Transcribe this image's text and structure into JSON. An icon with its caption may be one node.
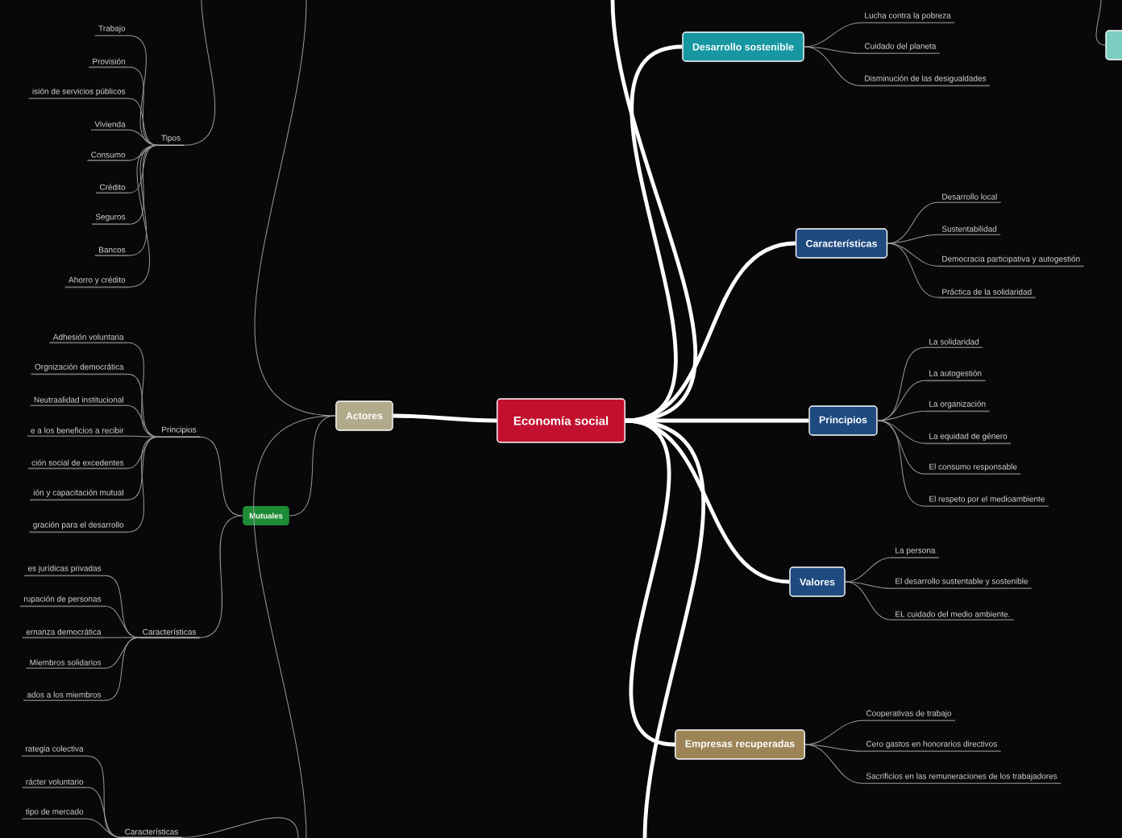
{
  "diagram": {
    "nodes": [
      {
        "text": [
          "Economía social"
        ]
      },
      {
        "text": [
          "Actores"
        ]
      },
      {
        "text": [
          "Tipos"
        ]
      },
      {
        "text": [
          "Trabajo"
        ]
      },
      {
        "text": [
          "Provisión"
        ]
      },
      {
        "text": [
          "isión de servicios públicos"
        ]
      },
      {
        "text": [
          "Vivienda"
        ]
      },
      {
        "text": [
          "Consumo"
        ]
      },
      {
        "text": [
          "Crédito"
        ]
      },
      {
        "text": [
          "Seguros"
        ]
      },
      {
        "text": [
          "Bancos"
        ]
      },
      {
        "text": [
          "Ahorro y crédito"
        ]
      },
      {
        "text": [
          "Mutuales"
        ]
      },
      {
        "text": [
          "Principios"
        ]
      },
      {
        "text": [
          "Adhesión voluntaria"
        ]
      },
      {
        "text": [
          "Orgnización democrática"
        ]
      },
      {
        "text": [
          "Neutraalidad institucional"
        ]
      },
      {
        "text": [
          "e a los beneficios a recibir"
        ]
      },
      {
        "text": [
          "ción social de excedentes"
        ]
      },
      {
        "text": [
          "ión y capacitación mutual"
        ]
      },
      {
        "text": [
          "gración para el desarrollo"
        ]
      },
      {
        "text": [
          "Características"
        ]
      },
      {
        "text": [
          "es jurídicas privadas"
        ]
      },
      {
        "text": [
          "rupación de personas"
        ]
      },
      {
        "text": [
          "ernanza democrática"
        ]
      },
      {
        "text": [
          "Miembros solidarios"
        ]
      },
      {
        "text": [
          "ados a los miembros"
        ]
      },
      {
        "text": [
          "Características"
        ]
      },
      {
        "text": [
          "rategia colectiva"
        ]
      },
      {
        "text": [
          "rácter voluntario"
        ]
      },
      {
        "text": [
          "tipo de mercado"
        ]
      },
      {
        "text": [
          "Desarrollo sostenible"
        ]
      },
      {
        "text": [
          "Lucha contra la pobreza"
        ]
      },
      {
        "text": [
          "Cuidado del planeta"
        ]
      },
      {
        "text": [
          "Disminución de las desigualdades"
        ]
      },
      {
        "text": [
          "Características"
        ]
      },
      {
        "text": [
          "Desarrollo local"
        ]
      },
      {
        "text": [
          "Sustentabilidad"
        ]
      },
      {
        "text": [
          "Democracia participativa y autogestión"
        ]
      },
      {
        "text": [
          "Práctica de la solidaridad"
        ]
      },
      {
        "text": [
          "Principios"
        ]
      },
      {
        "text": [
          "La solidaridad"
        ]
      },
      {
        "text": [
          "La autogestión"
        ]
      },
      {
        "text": [
          "La organización"
        ]
      },
      {
        "text": [
          "La equidad de género"
        ]
      },
      {
        "text": [
          "El consumo responsable"
        ]
      },
      {
        "text": [
          "El respeto por el medioambiente"
        ]
      },
      {
        "text": [
          "Valores"
        ]
      },
      {
        "text": [
          "La persona"
        ]
      },
      {
        "text": [
          "El desarrollo sustentable y sostenible"
        ]
      },
      {
        "text": [
          "EL cuidado del medio ambiente."
        ]
      },
      {
        "text": [
          "Empresas recuperadas"
        ]
      },
      {
        "text": [
          "Cooperativas de trabajo"
        ]
      },
      {
        "text": [
          "Cero gastos en honorarios directivos"
        ]
      },
      {
        "text": [
          "Sacrificios en las remuneraciones de los trabajadores"
        ]
      },
      {
        "text": [],
        "shape": "box"
      }
    ],
    "edges": [
      {
        "from": 0,
        "to": 1,
        "arrow": "none",
        "style": "thick",
        "color": "#ffffff"
      },
      {
        "from": 0,
        "to": 31,
        "arrow": "none",
        "style": "thick",
        "color": "#ffffff"
      },
      {
        "from": 0,
        "to": 35,
        "arrow": "none",
        "style": "thick",
        "color": "#ffffff"
      },
      {
        "from": 0,
        "to": 40,
        "arrow": "none",
        "style": "thick",
        "color": "#ffffff"
      },
      {
        "from": 0,
        "to": 47,
        "arrow": "none",
        "style": "thick",
        "color": "#ffffff"
      },
      {
        "from": 0,
        "to": 51,
        "arrow": "none",
        "style": "thick",
        "color": "#ffffff"
      },
      {
        "from": 0,
        "to": null,
        "arrow": "none",
        "style": "thick",
        "color": "#ffffff"
      },
      {
        "from": 0,
        "to": null,
        "arrow": "none",
        "style": "thick",
        "color": "#ffffff"
      },
      {
        "from": 1,
        "to": 12,
        "arrow": "none"
      },
      {
        "from": 1,
        "to": null,
        "arrow": "none"
      },
      {
        "from": 1,
        "to": null,
        "arrow": "none"
      },
      {
        "from": null,
        "to": 2,
        "arrow": "none"
      },
      {
        "from": 2,
        "to": 3,
        "arrow": "none"
      },
      {
        "from": 2,
        "to": 4,
        "arrow": "none"
      },
      {
        "from": 2,
        "to": 5,
        "arrow": "none"
      },
      {
        "from": 2,
        "to": 6,
        "arrow": "none"
      },
      {
        "from": 2,
        "to": 7,
        "arrow": "none"
      },
      {
        "from": 2,
        "to": 8,
        "arrow": "none"
      },
      {
        "from": 2,
        "to": 9,
        "arrow": "none"
      },
      {
        "from": 2,
        "to": 10,
        "arrow": "none"
      },
      {
        "from": 2,
        "to": 11,
        "arrow": "none"
      },
      {
        "from": 12,
        "to": 13,
        "arrow": "none"
      },
      {
        "from": 12,
        "to": 21,
        "arrow": "none"
      },
      {
        "from": 13,
        "to": 14,
        "arrow": "none"
      },
      {
        "from": 13,
        "to": 15,
        "arrow": "none"
      },
      {
        "from": 13,
        "to": 16,
        "arrow": "none"
      },
      {
        "from": 13,
        "to": 17,
        "arrow": "none"
      },
      {
        "from": 13,
        "to": 18,
        "arrow": "none"
      },
      {
        "from": 13,
        "to": 19,
        "arrow": "none"
      },
      {
        "from": 13,
        "to": 20,
        "arrow": "none"
      },
      {
        "from": 21,
        "to": 22,
        "arrow": "none"
      },
      {
        "from": 21,
        "to": 23,
        "arrow": "none"
      },
      {
        "from": 21,
        "to": 24,
        "arrow": "none"
      },
      {
        "from": 21,
        "to": 25,
        "arrow": "none"
      },
      {
        "from": 21,
        "to": 26,
        "arrow": "none"
      },
      {
        "from": null,
        "to": 27,
        "arrow": "none"
      },
      {
        "from": 27,
        "to": 28,
        "arrow": "none"
      },
      {
        "from": 27,
        "to": 29,
        "arrow": "none"
      },
      {
        "from": 27,
        "to": 30,
        "arrow": "none"
      },
      {
        "from": 31,
        "to": 32,
        "arrow": "none"
      },
      {
        "from": 31,
        "to": 33,
        "arrow": "none"
      },
      {
        "from": 31,
        "to": 34,
        "arrow": "none"
      },
      {
        "from": 35,
        "to": 36,
        "arrow": "none"
      },
      {
        "from": 35,
        "to": 37,
        "arrow": "none"
      },
      {
        "from": 35,
        "to": 38,
        "arrow": "none"
      },
      {
        "from": 35,
        "to": 39,
        "arrow": "none"
      },
      {
        "from": 40,
        "to": 41,
        "arrow": "none"
      },
      {
        "from": 40,
        "to": 42,
        "arrow": "none"
      },
      {
        "from": 40,
        "to": 43,
        "arrow": "none"
      },
      {
        "from": 40,
        "to": 44,
        "arrow": "none"
      },
      {
        "from": 40,
        "to": 45,
        "arrow": "none"
      },
      {
        "from": 40,
        "to": 46,
        "arrow": "none"
      },
      {
        "from": 47,
        "to": 48,
        "arrow": "none"
      },
      {
        "from": 47,
        "to": 49,
        "arrow": "none"
      },
      {
        "from": 47,
        "to": 50,
        "arrow": "none"
      },
      {
        "from": 51,
        "to": 52,
        "arrow": "none"
      },
      {
        "from": 51,
        "to": 53,
        "arrow": "none"
      },
      {
        "from": 51,
        "to": 54,
        "arrow": "none"
      },
      {
        "from": null,
        "to": 55,
        "arrow": "none"
      }
    ]
  }
}
